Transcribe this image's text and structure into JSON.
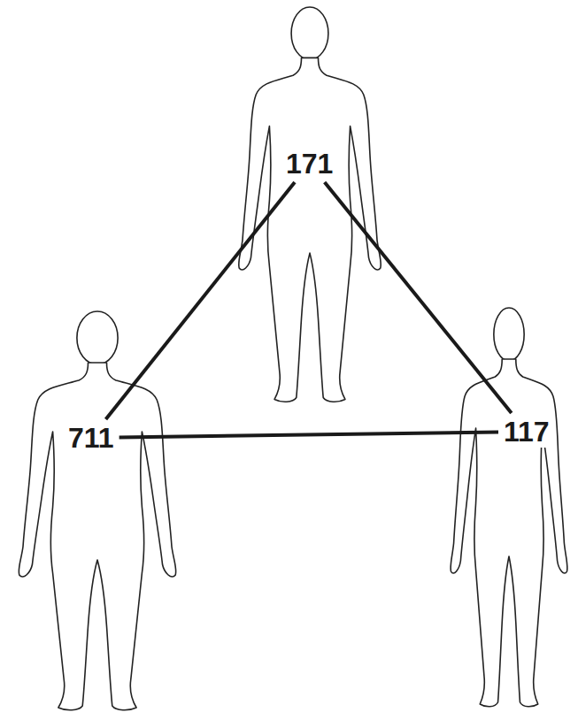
{
  "diagram": {
    "nodes": [
      {
        "text": [
          "171"
        ]
      },
      {
        "text": [
          "711"
        ]
      },
      {
        "text": [
          "117"
        ]
      }
    ],
    "edges": [
      {
        "from": 0,
        "to": 1,
        "arrow": "none"
      },
      {
        "from": 0,
        "to": 2,
        "arrow": "none"
      },
      {
        "from": 1,
        "to": 2,
        "arrow": "none"
      }
    ]
  }
}
